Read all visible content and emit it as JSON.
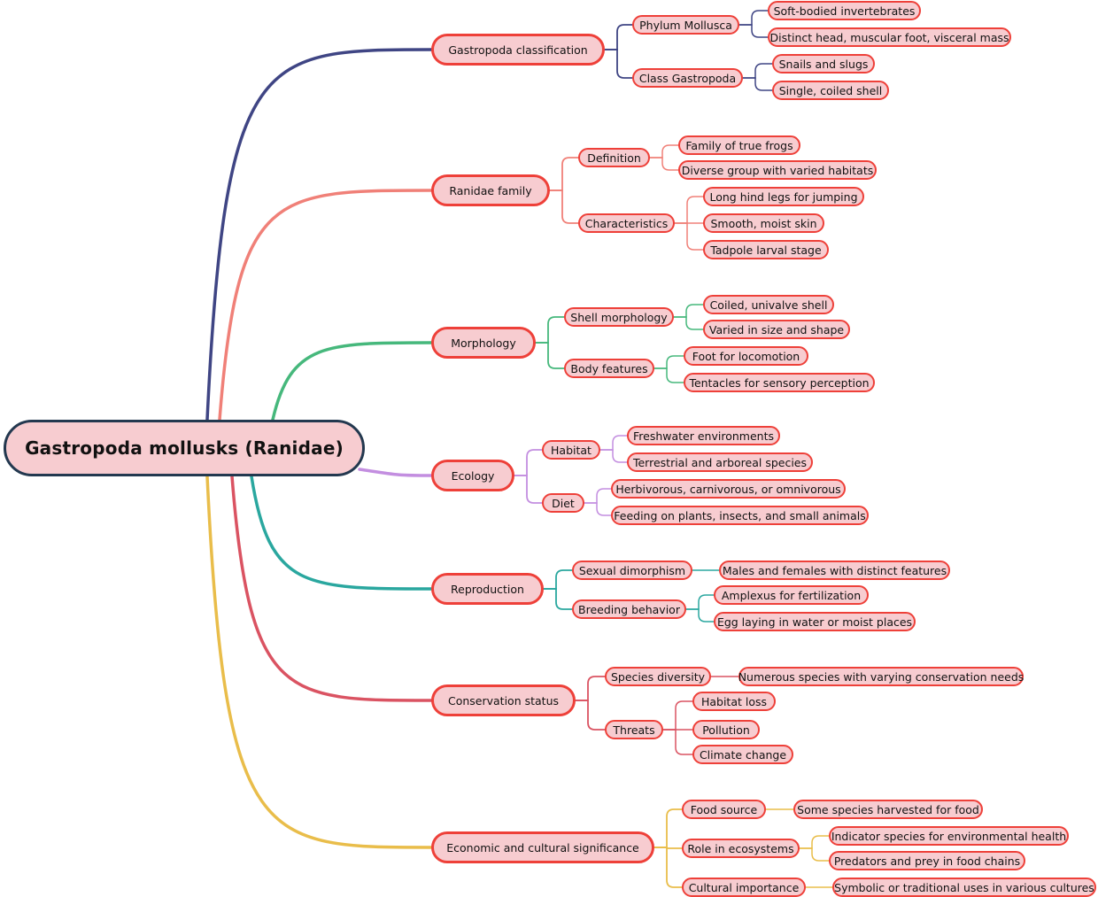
{
  "root": {
    "label": "Gastropoda mollusks (Ranidae)"
  },
  "branches": [
    {
      "label": "Gastropoda classification",
      "color": "#3f4584",
      "children": [
        {
          "label": "Phylum Mollusca",
          "children": [
            {
              "label": "Soft-bodied invertebrates"
            },
            {
              "label": "Distinct head, muscular foot, visceral mass"
            }
          ]
        },
        {
          "label": "Class Gastropoda",
          "children": [
            {
              "label": "Snails and slugs"
            },
            {
              "label": "Single, coiled shell"
            }
          ]
        }
      ]
    },
    {
      "label": "Ranidae family",
      "color": "#f08078",
      "children": [
        {
          "label": "Definition",
          "children": [
            {
              "label": "Family of true frogs"
            },
            {
              "label": "Diverse group with varied habitats"
            }
          ]
        },
        {
          "label": "Characteristics",
          "children": [
            {
              "label": "Long hind legs for jumping"
            },
            {
              "label": "Smooth, moist skin"
            },
            {
              "label": "Tadpole larval stage"
            }
          ]
        }
      ]
    },
    {
      "label": "Morphology",
      "color": "#46b87c",
      "children": [
        {
          "label": "Shell morphology",
          "children": [
            {
              "label": "Coiled, univalve shell"
            },
            {
              "label": "Varied in size and shape"
            }
          ]
        },
        {
          "label": "Body features",
          "children": [
            {
              "label": "Foot for locomotion"
            },
            {
              "label": "Tentacles for sensory perception"
            }
          ]
        }
      ]
    },
    {
      "label": "Ecology",
      "color": "#c38ee0",
      "children": [
        {
          "label": "Habitat",
          "children": [
            {
              "label": "Freshwater environments"
            },
            {
              "label": "Terrestrial and arboreal species"
            }
          ]
        },
        {
          "label": "Diet",
          "children": [
            {
              "label": "Herbivorous, carnivorous, or omnivorous"
            },
            {
              "label": "Feeding on plants, insects, and small animals"
            }
          ]
        }
      ]
    },
    {
      "label": "Reproduction",
      "color": "#2aa79f",
      "children": [
        {
          "label": "Sexual dimorphism",
          "children": [
            {
              "label": "Males and females with distinct features"
            }
          ]
        },
        {
          "label": "Breeding behavior",
          "children": [
            {
              "label": "Amplexus for fertilization"
            },
            {
              "label": "Egg laying in water or moist places"
            }
          ]
        }
      ]
    },
    {
      "label": "Conservation status",
      "color": "#da5362",
      "children": [
        {
          "label": "Species diversity",
          "children": [
            {
              "label": "Numerous species with varying conservation needs"
            }
          ]
        },
        {
          "label": "Threats",
          "children": [
            {
              "label": "Habitat loss"
            },
            {
              "label": "Pollution"
            },
            {
              "label": "Climate change"
            }
          ]
        }
      ]
    },
    {
      "label": "Economic and cultural significance",
      "color": "#e9bd4a",
      "children": [
        {
          "label": "Food source",
          "children": [
            {
              "label": "Some species harvested for food"
            }
          ]
        },
        {
          "label": "Role in ecosystems",
          "children": [
            {
              "label": "Indicator species for environmental health"
            },
            {
              "label": "Predators and prey in food chains"
            }
          ]
        },
        {
          "label": "Cultural importance",
          "children": [
            {
              "label": "Symbolic or traditional uses in various cultures"
            }
          ]
        }
      ]
    }
  ]
}
